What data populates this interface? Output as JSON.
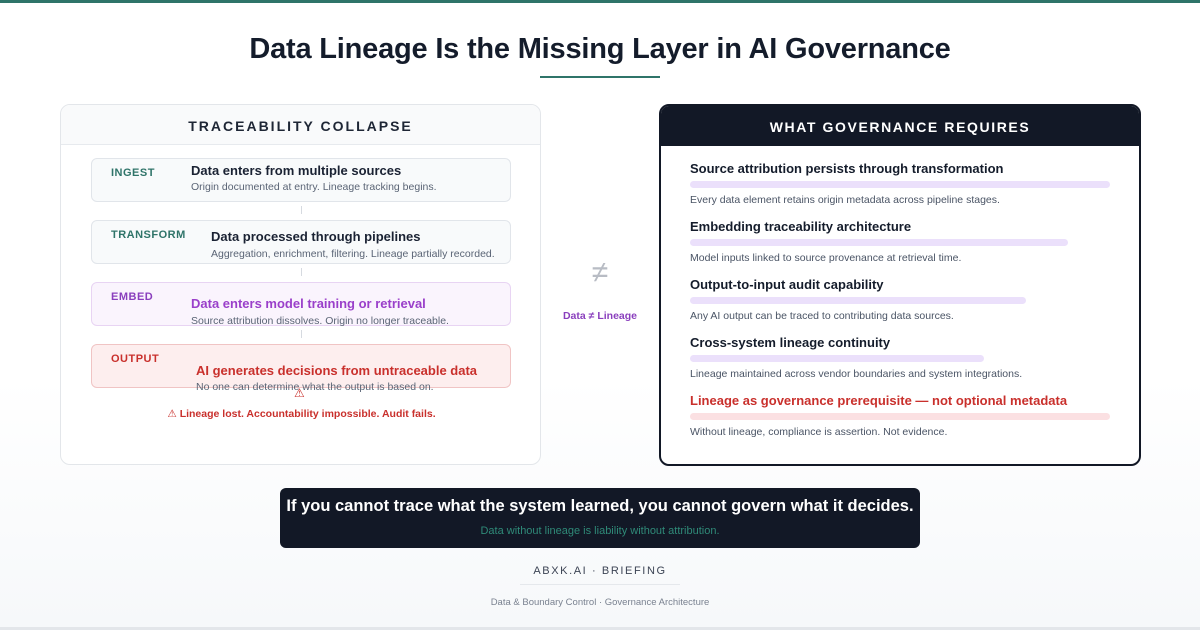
{
  "title": "Data Lineage Is the Missing Layer in AI Governance",
  "left_panel": {
    "header": "TRACEABILITY COLLAPSE",
    "stages": [
      {
        "label": "INGEST",
        "title": "Data enters from multiple sources",
        "desc": "Origin documented at entry. Lineage tracking begins."
      },
      {
        "label": "TRANSFORM",
        "title": "Data processed through pipelines",
        "desc": "Aggregation, enrichment, filtering. Lineage partially recorded."
      },
      {
        "label": "EMBED",
        "title": "Data enters model training or retrieval",
        "desc": "Source attribution dissolves. Origin no longer traceable."
      },
      {
        "label": "OUTPUT",
        "title": "AI generates decisions from untraceable data",
        "desc": "No one can determine what the output is based on."
      }
    ],
    "warning_icon": "⚠",
    "warning": "⚠ Lineage lost. Accountability impossible. Audit fails."
  },
  "middle": {
    "icon": "≠",
    "label": "Data ≠ Lineage"
  },
  "right_panel": {
    "header": "WHAT GOVERNANCE REQUIRES",
    "items": [
      {
        "title": "Source attribution persists through transformation",
        "desc": "Every data element retains origin metadata across pipeline stages.",
        "level": 1.0
      },
      {
        "title": "Embedding traceability architecture",
        "desc": "Model inputs linked to source provenance at retrieval time.",
        "level": 0.9
      },
      {
        "title": "Output-to-input audit capability",
        "desc": "Any AI output can be traced to contributing data sources.",
        "level": 0.8
      },
      {
        "title": "Cross-system lineage continuity",
        "desc": "Lineage maintained across vendor boundaries and system integrations.",
        "level": 0.7
      },
      {
        "title": "Lineage as governance prerequisite — not optional metadata",
        "desc": "Without lineage, compliance is assertion. Not evidence.",
        "level": 1.0
      }
    ]
  },
  "quote": {
    "main": "If you cannot trace what the system learned, you cannot govern what it decides.",
    "sub": "Data without lineage is liability without attribution."
  },
  "footer": {
    "brand": "ABXK.AI · BRIEFING",
    "sub": "Data & Boundary Control · Governance Architecture"
  },
  "colors": {
    "accent": "#2f7469",
    "dark": "#121826",
    "purple": "#8a3fbd",
    "red": "#c9302c"
  }
}
